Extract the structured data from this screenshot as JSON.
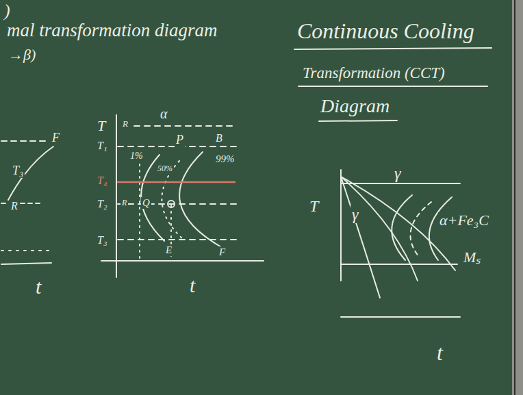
{
  "diagram": {
    "labels": [
      ")",
      "mal transformation diagram",
      "→β)",
      "F",
      "T₃",
      "R",
      "t",
      "T",
      "R",
      "α",
      "T₁",
      "1%",
      "P",
      "B",
      "50%",
      "99%",
      "T₄",
      "T₂",
      "R",
      "Q",
      "T₃",
      "E",
      "F",
      "t",
      "Continuous Cooling",
      "Transformation (CCT)",
      "Diagram",
      "T",
      "γ",
      "γ",
      "α+Fe₃C",
      "Mₛ",
      "t"
    ]
  }
}
